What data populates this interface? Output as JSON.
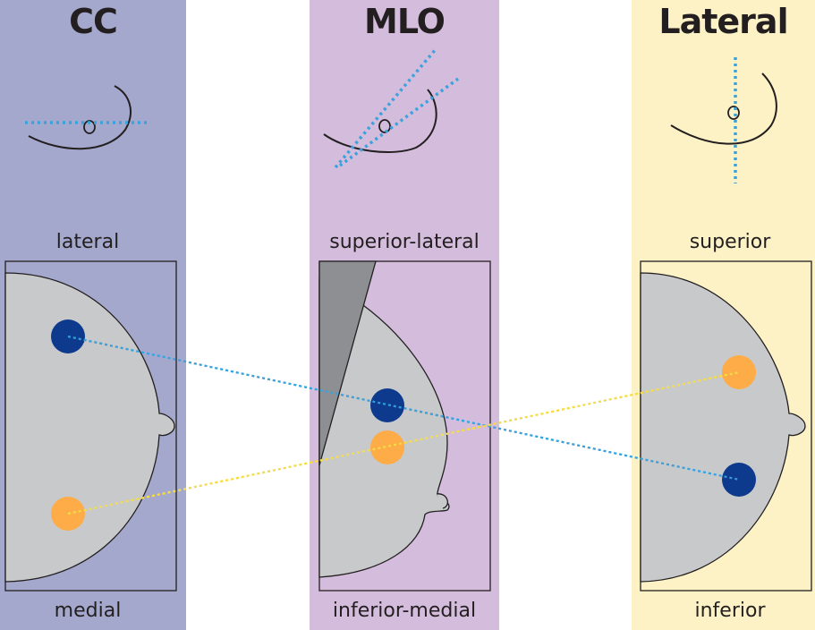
{
  "colors": {
    "cc_panel": "#a4a8cc",
    "mlo_panel": "#d4bcdc",
    "lateral_panel": "#fcf2c6",
    "breast_fill": "#c8c9cb",
    "pectoral_fill": "#8e8f92",
    "blue_marker": "#0e3a8e",
    "orange_marker": "#fdac48",
    "blue_line": "#3aa2dc",
    "yellow_line": "#f5dc4a",
    "outline": "#231f20"
  },
  "panels": {
    "cc": {
      "title": "CC",
      "top_label": "lateral",
      "bottom_label": "medial"
    },
    "mlo": {
      "title": "MLO",
      "top_label": "superior-lateral",
      "bottom_label": "inferior-medial"
    },
    "lateral": {
      "title": "Lateral",
      "top_label": "superior",
      "bottom_label": "inferior"
    }
  }
}
